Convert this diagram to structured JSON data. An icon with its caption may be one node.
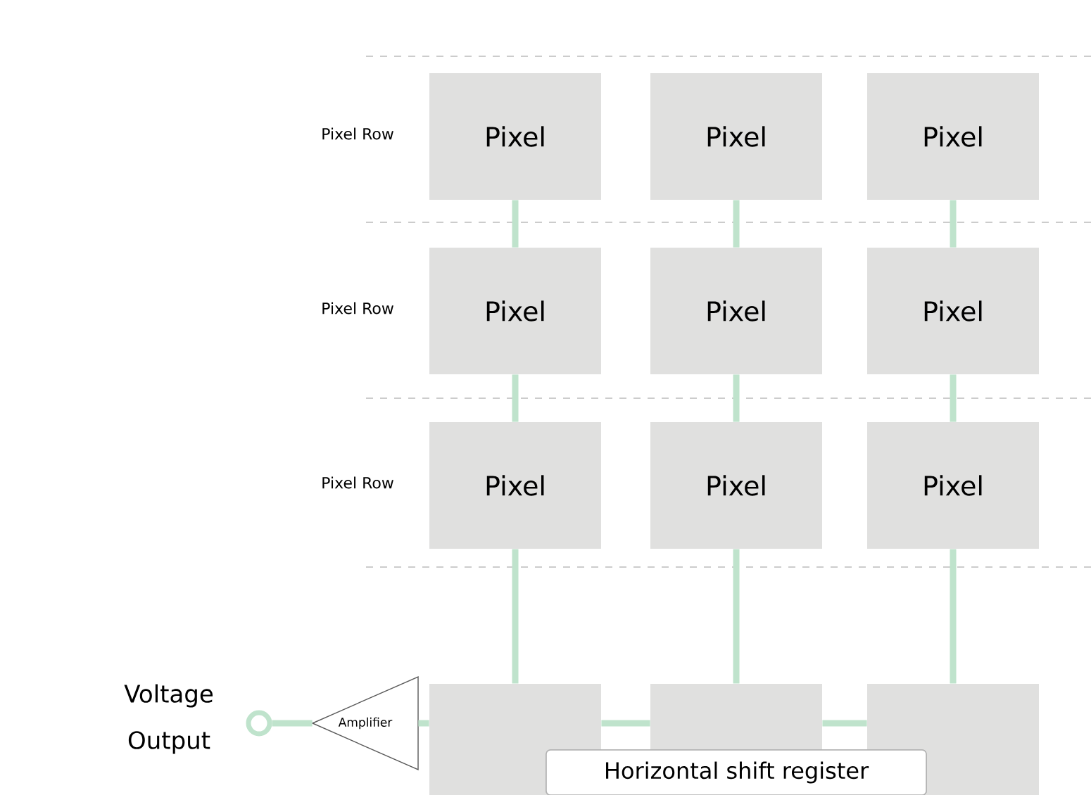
{
  "diagram": {
    "nodes": [
      {
        "text": [
          "Pixel"
        ]
      },
      {
        "text": [
          "Pixel"
        ]
      },
      {
        "text": [
          "Pixel"
        ]
      },
      {
        "text": [
          "Pixel"
        ]
      },
      {
        "text": [
          "Pixel"
        ]
      },
      {
        "text": [
          "Pixel"
        ]
      },
      {
        "text": [
          "Pixel"
        ]
      },
      {
        "text": [
          "Pixel"
        ]
      },
      {
        "text": [
          "Pixel"
        ]
      },
      {
        "text": [],
        "shape": "box"
      },
      {
        "text": [],
        "shape": "box"
      },
      {
        "text": [],
        "shape": "box"
      },
      {
        "text": [
          "Horizontal shift register"
        ]
      },
      {
        "text": [
          "Amplifier"
        ]
      },
      {
        "text": [],
        "shape": "circle",
        "beside": [
          "Voltage Output"
        ]
      }
    ],
    "edges": [
      {
        "from": 0,
        "to": 3,
        "arrow": "none"
      },
      {
        "from": 3,
        "to": 6,
        "arrow": "none"
      },
      {
        "from": 6,
        "to": 9,
        "arrow": "none"
      },
      {
        "from": 1,
        "to": 4,
        "arrow": "none"
      },
      {
        "from": 4,
        "to": 7,
        "arrow": "none"
      },
      {
        "from": 7,
        "to": 10,
        "arrow": "none"
      },
      {
        "from": 2,
        "to": 5,
        "arrow": "none"
      },
      {
        "from": 5,
        "to": 8,
        "arrow": "none"
      },
      {
        "from": 8,
        "to": 11,
        "arrow": "none"
      },
      {
        "from": 11,
        "to": 10,
        "arrow": "none"
      },
      {
        "from": 10,
        "to": 9,
        "arrow": "none"
      },
      {
        "from": 9,
        "to": 13,
        "arrow": "none"
      },
      {
        "from": 13,
        "to": 14,
        "arrow": "none"
      }
    ],
    "labels": [
      "Pixel Row",
      "Pixel Row",
      "Pixel Row"
    ]
  }
}
